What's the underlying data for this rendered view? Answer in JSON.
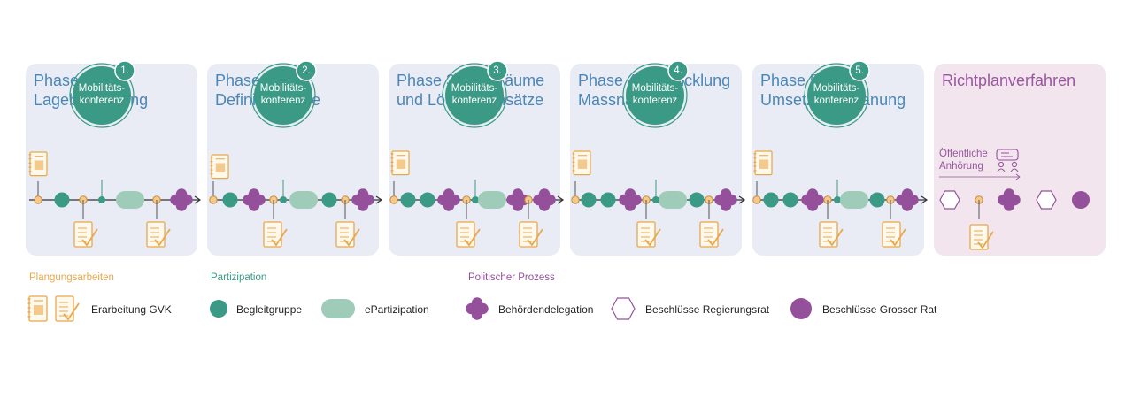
{
  "phases": [
    {
      "title": "Phase 1:\nLagebeurteilung",
      "conference_number": "1."
    },
    {
      "title": "Phase 2:\nDefinition Ziele",
      "conference_number": "2."
    },
    {
      "title": "Phase 3: Spielräume\nund Lösungsansätze",
      "conference_number": "3."
    },
    {
      "title": "Phase 4: Entwicklung\nMassnahmen",
      "conference_number": "4."
    },
    {
      "title": "Phase 5:\nUmsetzungsplanung",
      "conference_number": "5."
    }
  ],
  "final_phase": {
    "title": "Richtplanverfahren",
    "hearing_label": "Öffentliche\nAnhörung"
  },
  "conference_label": "Mobilitäts-\nkonferenz",
  "legend": {
    "planning_heading": "Plangungsarbeiten",
    "participation_heading": "Partizipation",
    "political_heading": "Politischer Prozess",
    "items": {
      "gvk": "Erarbeitung GVK",
      "begleitgruppe": "Begleitgruppe",
      "epartizipation": "ePartizipation",
      "behoerdendelegation": "Behördendelegation",
      "regierungsrat": "Beschlüsse Regierungsrat",
      "grosser_rat": "Beschlüsse Grosser Rat"
    }
  },
  "colors": {
    "phase_bg": "#e9ecf5",
    "final_bg": "#f2e5ee",
    "phase_title": "#4a87b8",
    "purple": "#94509a",
    "teal": "#3a9a85",
    "teal_light": "#9fcbb9",
    "orange": "#e8a84c",
    "orange_fill": "#f3c98c"
  },
  "icons": {
    "planning_doc": "document-icon",
    "planning_check": "checklist-icon",
    "hearing": "chat-people-icon"
  }
}
